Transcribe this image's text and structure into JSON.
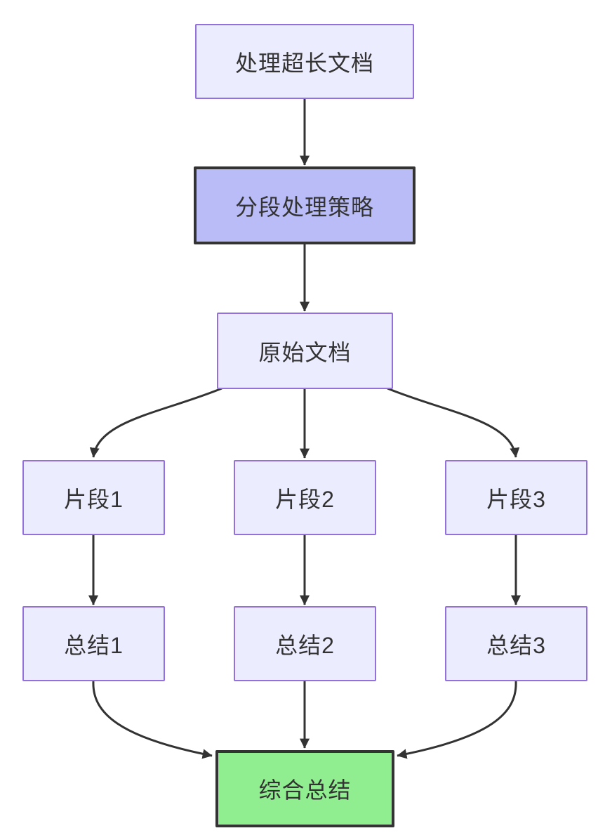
{
  "colors": {
    "canvas-bg": "#ffffff",
    "node-fill": "#ECECFF",
    "node-border": "#9370DB",
    "highlight-fill": "#b9bcf7",
    "highlight-border": "#333333",
    "success-fill": "#90EE90",
    "success-border": "#333333",
    "text": "#333333",
    "edge": "#333333"
  },
  "nodes": [
    {
      "id": "process-long-document",
      "label": "处理超长文档",
      "style": "default"
    },
    {
      "id": "segmented-processing-strategy",
      "label": "分段处理策略",
      "style": "highlight"
    },
    {
      "id": "original-document",
      "label": "原始文档",
      "style": "default"
    },
    {
      "id": "fragment-1",
      "label": "片段1",
      "style": "default"
    },
    {
      "id": "fragment-2",
      "label": "片段2",
      "style": "default"
    },
    {
      "id": "fragment-3",
      "label": "片段3",
      "style": "default"
    },
    {
      "id": "summary-1",
      "label": "总结1",
      "style": "default"
    },
    {
      "id": "summary-2",
      "label": "总结2",
      "style": "default"
    },
    {
      "id": "summary-3",
      "label": "总结3",
      "style": "default"
    },
    {
      "id": "final-summary",
      "label": "综合总结",
      "style": "success"
    }
  ],
  "edges": [
    {
      "from": "process-long-document",
      "to": "segmented-processing-strategy"
    },
    {
      "from": "segmented-processing-strategy",
      "to": "original-document"
    },
    {
      "from": "original-document",
      "to": "fragment-1"
    },
    {
      "from": "original-document",
      "to": "fragment-2"
    },
    {
      "from": "original-document",
      "to": "fragment-3"
    },
    {
      "from": "fragment-1",
      "to": "summary-1"
    },
    {
      "from": "fragment-2",
      "to": "summary-2"
    },
    {
      "from": "fragment-3",
      "to": "summary-3"
    },
    {
      "from": "summary-1",
      "to": "final-summary"
    },
    {
      "from": "summary-2",
      "to": "final-summary"
    },
    {
      "from": "summary-3",
      "to": "final-summary"
    }
  ]
}
